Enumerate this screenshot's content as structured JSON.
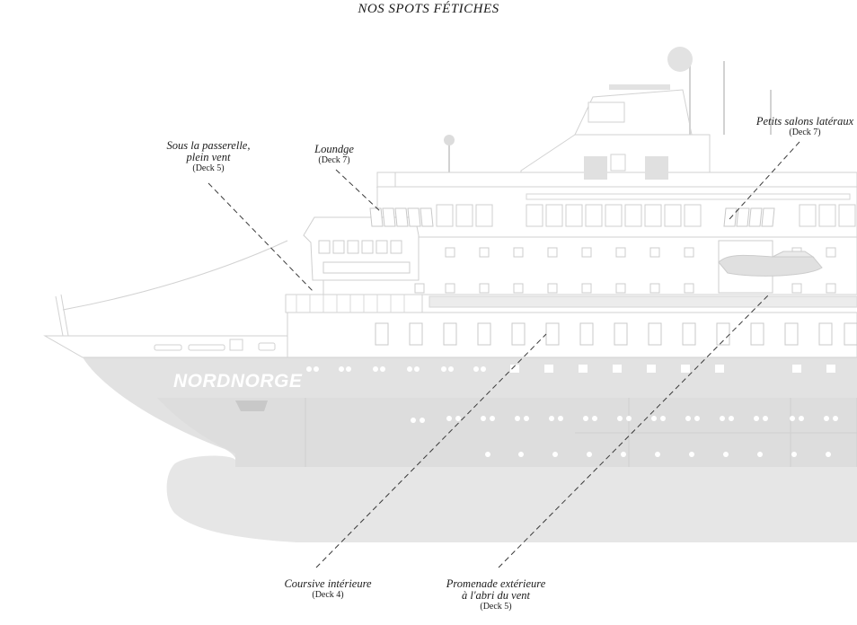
{
  "title": "NOS SPOTS FÉTICHES",
  "ship_name": "NORDNORGE",
  "colors": {
    "hull": "#e6e6e6",
    "hull_dark": "#dcdcdc",
    "outline": "#d2d2d2",
    "leader": "#3a3a3a",
    "text": "#1b1b1b"
  },
  "callouts": [
    {
      "id": "passerelle",
      "name_line1": "Sous la passerelle,",
      "name_line2": "plein vent",
      "deck": "(Deck 5)"
    },
    {
      "id": "loundge",
      "name_line1": "Loundge",
      "name_line2": "",
      "deck": "(Deck 7)"
    },
    {
      "id": "salons",
      "name_line1": "Petits salons latéraux",
      "name_line2": "",
      "deck": "(Deck 7)"
    },
    {
      "id": "coursive",
      "name_line1": "Coursive intérieure",
      "name_line2": "",
      "deck": "(Deck 4)"
    },
    {
      "id": "promenade",
      "name_line1": "Promenade extérieure",
      "name_line2": "à l'abri du vent",
      "deck": "(Deck 5)"
    }
  ]
}
